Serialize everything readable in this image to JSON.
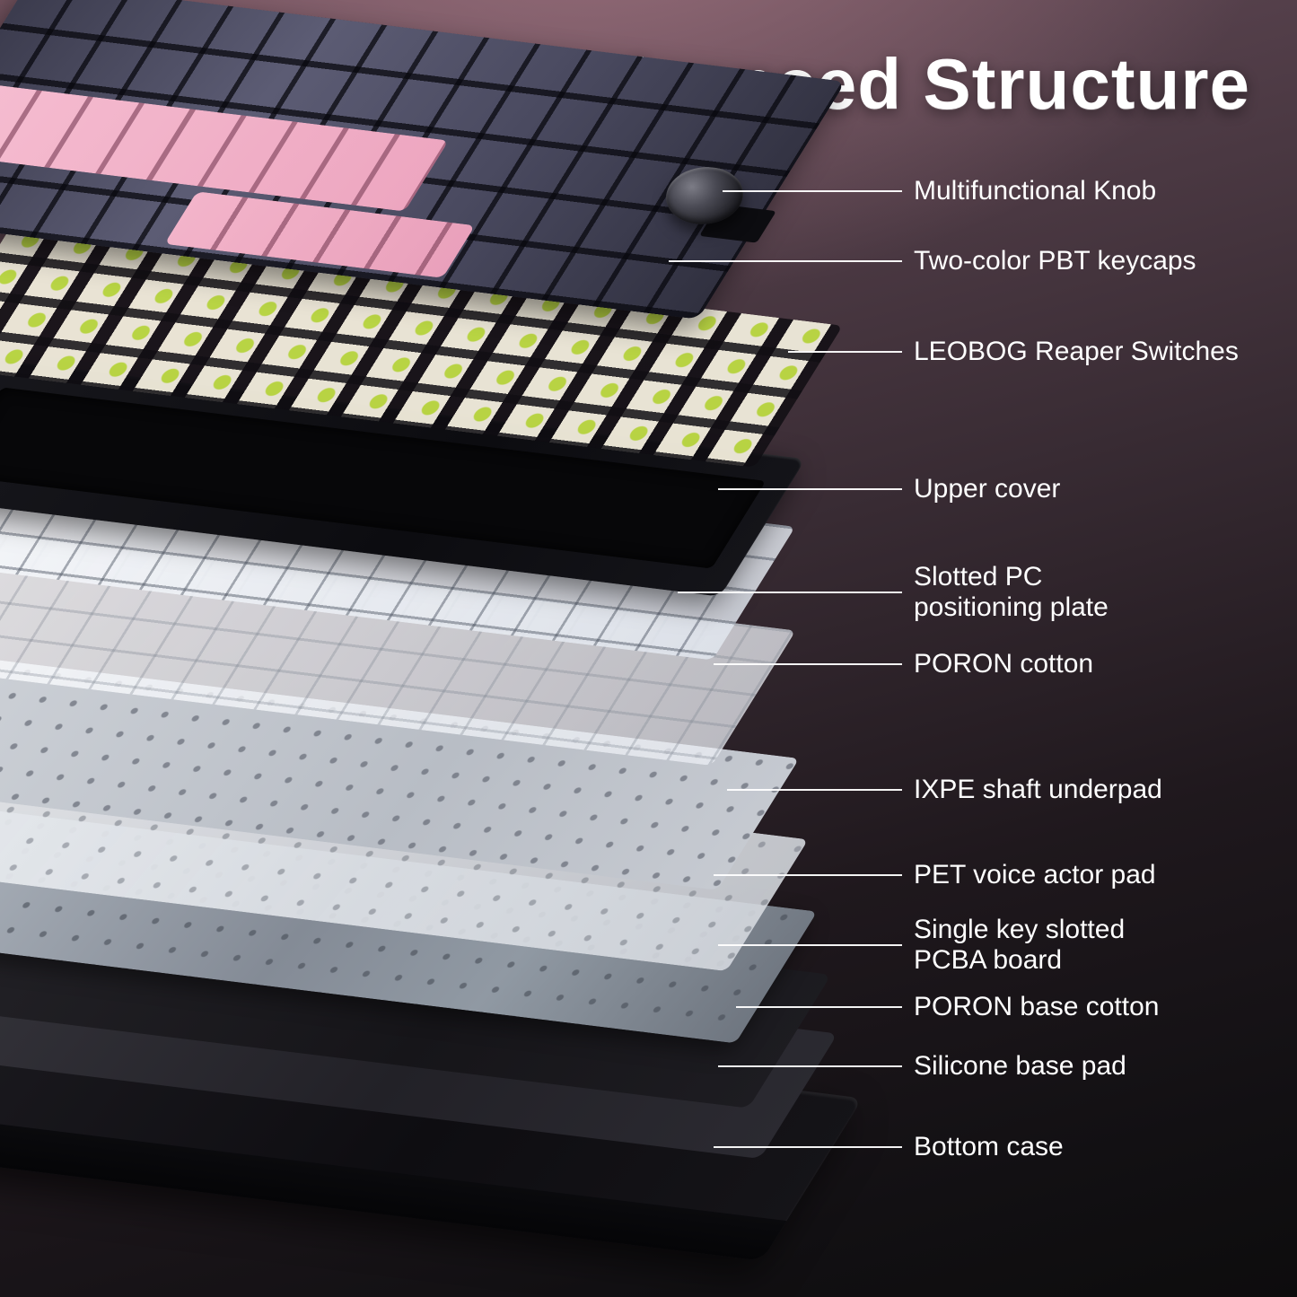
{
  "title": "Advanced Structure",
  "callouts": [
    "Multifunctional Knob",
    "Two-color PBT keycaps",
    "LEOBOG Reaper Switches",
    "Upper cover",
    "Slotted PC positioning plate",
    "PORON cotton",
    "IXPE shaft underpad",
    "PET voice actor pad",
    "Single key slotted PCBA board",
    "PORON base cotton",
    "Silicone base pad",
    "Bottom case"
  ],
  "colors": {
    "text": "#ffffff",
    "bg_top": "#7d5c66",
    "bg_bottom": "#121012",
    "keycap_dark": "#4b4b60",
    "keycap_pink": "#f5bcd0",
    "switch_cream": "#eee9d9",
    "switch_green": "#bcd944",
    "cover_black": "#0c0c10",
    "plate_white": "#f2f4f6",
    "pcba_silver": "#aab1ba"
  }
}
